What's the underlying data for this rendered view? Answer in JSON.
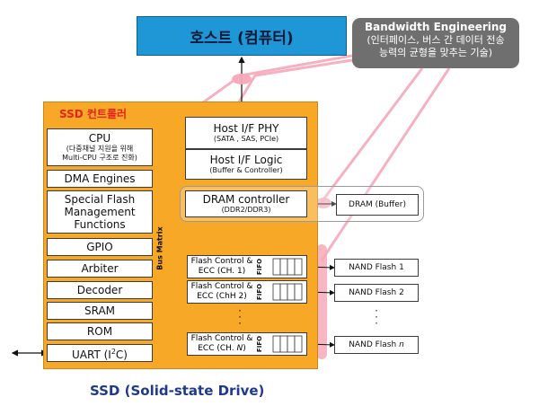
{
  "host": {
    "label": "호스트 (컴퓨터)"
  },
  "callout": {
    "title": "Bandwidth Engineering",
    "line1": "(인터페이스, 버스 간 데이터 전송",
    "line2": "능력의 균형을 맞추는 기술)"
  },
  "controller": {
    "label": "SSD 컨트롤러"
  },
  "left_blocks": {
    "cpu": {
      "title": "CPU",
      "sub1": "(다중채널 지원을 위해",
      "sub2": "Multi-CPU 구조로 진화)"
    },
    "dma": "DMA Engines",
    "special1": "Special Flash",
    "special2": "Management",
    "special3": "Functions",
    "gpio": "GPIO",
    "arbiter": "Arbiter",
    "decoder": "Decoder",
    "sram": "SRAM",
    "rom": "ROM",
    "uart_prefix": "UART (I",
    "uart_sup": "2",
    "uart_suffix": "C)"
  },
  "bus_matrix": "Bus Matrix",
  "host_phy": {
    "title": "Host I/F PHY",
    "sub": "(SATA , SAS, PCIe)"
  },
  "host_logic": {
    "title": "Host I/F Logic",
    "sub": "(Buffer & Controller)"
  },
  "dram_ctrl": {
    "title": "DRAM controller",
    "sub": "(DDR2/DDR3)"
  },
  "dram_buffer": "DRAM (Buffer)",
  "flash_ctrls": [
    {
      "line1": "Flash Control &",
      "line2": "ECC  (CH. 1)",
      "line2_pre": "ECC  (CH. ",
      "line2_var": "1",
      "line2_post": ")"
    },
    {
      "line1": "Flash Control &",
      "line2": "ECC  (ChH 2)",
      "line2_pre": "ECC  (ChH ",
      "line2_var": "2",
      "line2_post": ")"
    },
    {
      "line1": "Flash Control &",
      "line2": "ECC  (CH. N)",
      "line2_pre": "ECC  (CH. ",
      "line2_var": "N",
      "line2_post": ")"
    }
  ],
  "fifo_label": "FIFO",
  "nand": [
    {
      "pre": "NAND Flash ",
      "num": "1"
    },
    {
      "pre": "NAND Flash ",
      "num": "2"
    },
    {
      "pre": "NAND Flash ",
      "num": "n"
    }
  ],
  "footer": "SSD (Solid-state Drive)",
  "colors": {
    "host_fill": "#1f97d6",
    "controller_fill": "#f7a827",
    "controller_label": "#e4231f",
    "bandwidth_highlight": "#f4a9b8",
    "callout_fill": "#6f6f6f",
    "footer_text": "#1f3a8a"
  }
}
